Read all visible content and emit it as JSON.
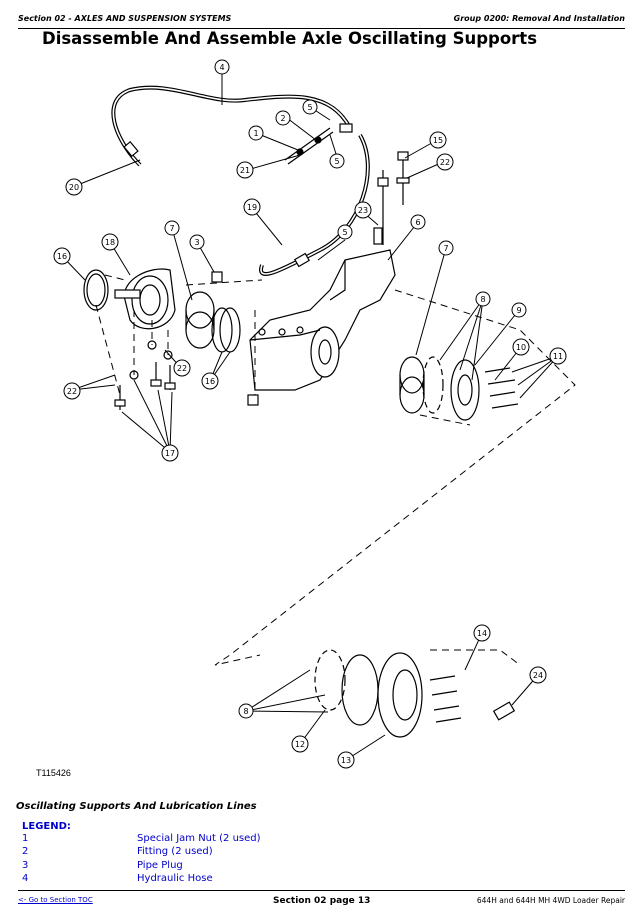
{
  "header": {
    "section": "Section 02 - AXLES AND SUSPENSION SYSTEMS",
    "group": "Group 0200: Removal And Installation"
  },
  "title": "Disassemble And Assemble Axle Oscillating Supports",
  "figure": {
    "id": "T115426",
    "callouts": [
      "1",
      "2",
      "3",
      "4",
      "5",
      "5",
      "5",
      "6",
      "7",
      "7",
      "8",
      "8",
      "9",
      "10",
      "11",
      "12",
      "13",
      "14",
      "15",
      "16",
      "16",
      "17",
      "18",
      "19",
      "20",
      "21",
      "22",
      "22",
      "22",
      "23",
      "24"
    ],
    "caption": "Oscillating Supports And Lubrication Lines"
  },
  "legend": {
    "heading": "LEGEND:",
    "items": [
      {
        "num": "1",
        "desc": "Special Jam Nut (2 used)"
      },
      {
        "num": "2",
        "desc": "Fitting (2 used)"
      },
      {
        "num": "3",
        "desc": "Pipe Plug"
      },
      {
        "num": "4",
        "desc": "Hydraulic Hose"
      }
    ]
  },
  "footer": {
    "toc_link": "<- Go to Section TOC",
    "page": "Section 02 page 13",
    "manual": "644H and 644H MH 4WD Loader Repair"
  }
}
